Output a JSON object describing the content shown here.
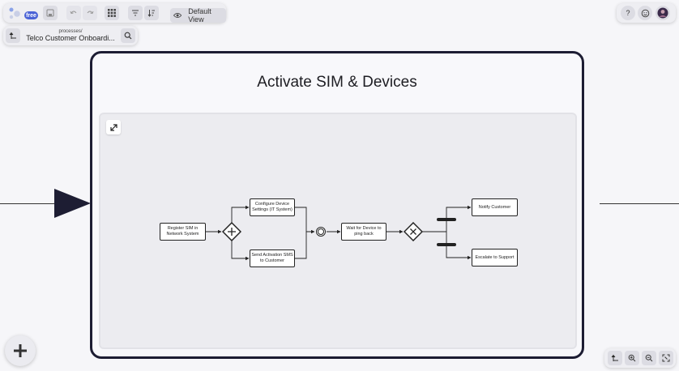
{
  "toolbar": {
    "plan_badge": "free",
    "icons": [
      "logo-icon",
      "save-icon",
      "undo-icon",
      "redo-icon",
      "grid-icon",
      "filter-icon",
      "sort-icon",
      "eye-icon"
    ],
    "view_label": "Default View"
  },
  "breadcrumb": {
    "path": "processes/",
    "process_name": "Telco Customer Onboardi..."
  },
  "top_right": {
    "icons": [
      "help-icon",
      "feedback-icon",
      "avatar"
    ]
  },
  "subprocess": {
    "title": "Activate SIM & Devices",
    "tasks": {
      "register_sim": "Register SIM in Network System",
      "configure_device": "Configure Device Settings (IT System)",
      "send_sms": "Send Activation SMS to Customer",
      "wait_device": "Wait for Device to ping back",
      "notify_customer": "Notify Customer",
      "escalate": "Escalate to Support"
    },
    "gateways": [
      "parallel-gateway",
      "exclusive-gateway"
    ],
    "events": [
      "intermediate-event"
    ]
  },
  "bottom_right": {
    "icons": [
      "fit-icon",
      "zoom-in-icon",
      "zoom-out-icon",
      "fullscreen-icon"
    ]
  },
  "colors": {
    "frame": "#1d1d33",
    "badge": "#4b63d6",
    "canvas": "#f6f6f9"
  }
}
